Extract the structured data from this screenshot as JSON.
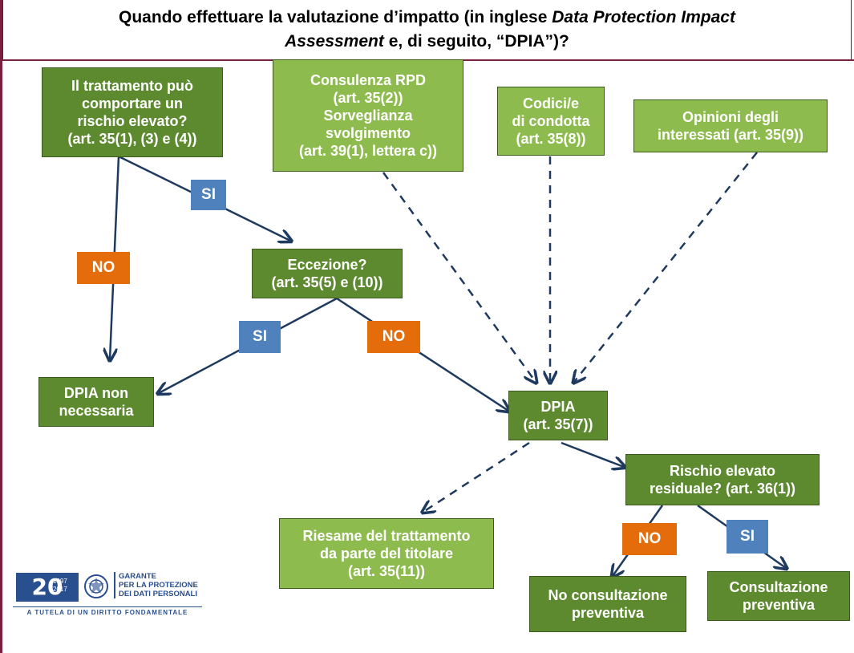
{
  "title": {
    "part1": "Quando effettuare la valutazione d’impatto (in inglese ",
    "part1_italic": "Data Protection Impact",
    "part2_italic": "Assessment",
    "part2": " e, di seguito, “DPIA”)?"
  },
  "boxes": {
    "rischio": "Il trattamento può\ncomportare un\nrischio elevato?\n(art. 35(1), (3) e (4))",
    "consulenza": "Consulenza RPD\n(art. 35(2))\nSorveglianza\nsvolgimento\n(art. 39(1), lettera c))",
    "codici": "Codici/e\ndi condotta\n(art. 35(8))",
    "opinioni": "Opinioni degli\ninteressati (art. 35(9))",
    "eccezione": "Eccezione?\n(art. 35(5) e (10))",
    "non_necessaria": "DPIA non\nnecessaria",
    "dpia": "DPIA\n(art. 35(7))",
    "residuale": "Rischio elevato\nresiduale? (art. 36(1))",
    "riesame": "Riesame del trattamento\nda parte del titolare\n(art. 35(11))",
    "no_consultazione": "No consultazione\npreventiva",
    "consultazione": "Consultazione\npreventiva"
  },
  "tags": {
    "si_1": "SI",
    "no_1": "NO",
    "si_2": "SI",
    "no_2": "NO",
    "no_3": "NO",
    "si_3": "SI"
  },
  "logo": {
    "number": "20",
    "years": "1997\n2017",
    "name": "GARANTE\nPER LA PROTEZIONE\nDEI DATI PERSONALI",
    "motto": "A TUTELA DI UN DIRITTO FONDAMENTALE"
  },
  "colors": {
    "dark_green": "#5d8a2f",
    "light_green": "#8ebb4e",
    "si_blue": "#4f81bd",
    "no_orange": "#e46c0a",
    "arrow": "#1f3a5f"
  }
}
